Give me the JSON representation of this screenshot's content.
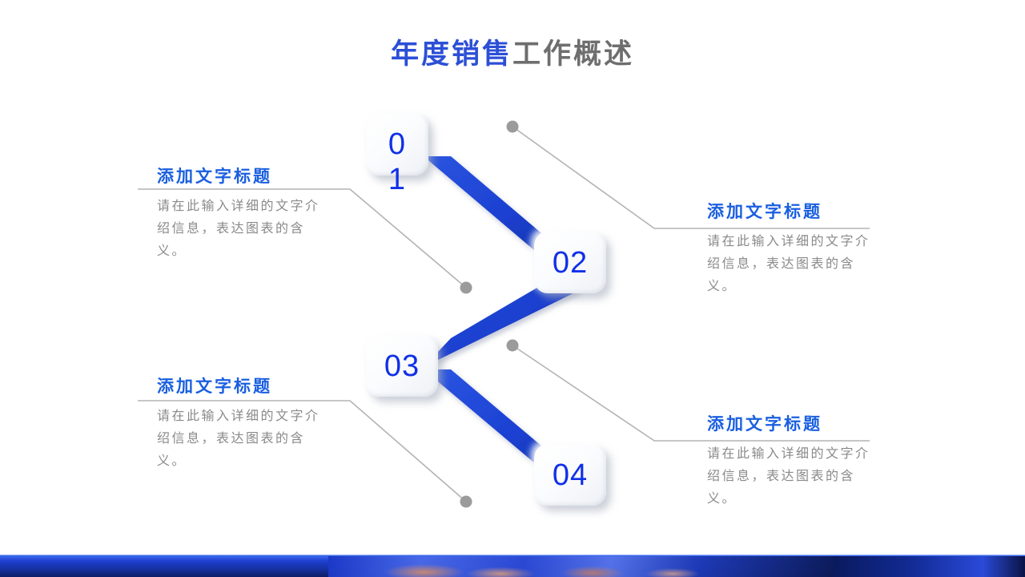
{
  "slide": {
    "title_blue": "年度销售",
    "title_gray": "工作概述",
    "accent_blue": "#1030e8",
    "ribbon_blue": "#1b3fd0",
    "title_blue_color": "#2c4fd6",
    "title_gray_color": "#6e6e6e",
    "heading_blue": "#1a5fe0",
    "body_gray": "#8a8a8a",
    "line_gray": "#b3b3b3"
  },
  "badges": [
    {
      "name": "badge-01",
      "label": "01"
    },
    {
      "name": "badge-02",
      "label": "02"
    },
    {
      "name": "badge-03",
      "label": "03"
    },
    {
      "name": "badge-04",
      "label": "04"
    }
  ],
  "blocks": [
    {
      "name": "text-block-01",
      "title": "添加文字标题",
      "body": "请在此输入详细的文字介绍信息，表达图表的含义。"
    },
    {
      "name": "text-block-02",
      "title": "添加文字标题",
      "body": "请在此输入详细的文字介绍信息，表达图表的含义。"
    },
    {
      "name": "text-block-03",
      "title": "添加文字标题",
      "body": "请在此输入详细的文字介绍信息，表达图表的含义。"
    },
    {
      "name": "text-block-04",
      "title": "添加文字标题",
      "body": "请在此输入详细的文字介绍信息，表达图表的含义。"
    }
  ]
}
